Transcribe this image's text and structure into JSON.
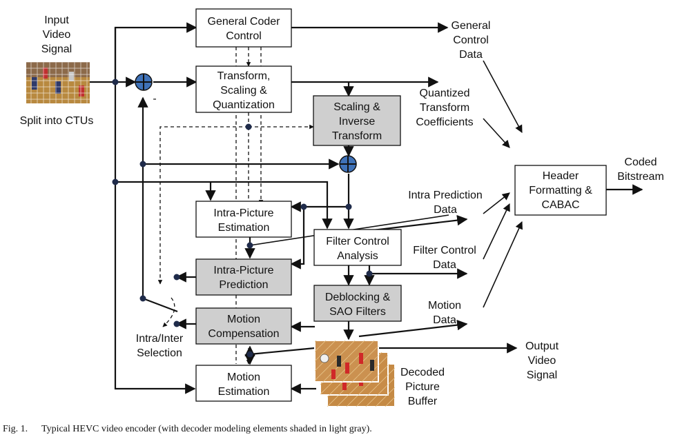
{
  "blocks": {
    "general_coder_control": [
      "General Coder",
      "Control"
    ],
    "transform_scaling_quantization": [
      "Transform,",
      "Scaling &",
      "Quantization"
    ],
    "scaling_inverse_transform": [
      "Scaling &",
      "Inverse",
      "Transform"
    ],
    "header_formatting_cabac": [
      "Header",
      "Formatting &",
      "CABAC"
    ],
    "intra_picture_estimation": [
      "Intra-Picture",
      "Estimation"
    ],
    "filter_control_analysis": [
      "Filter Control",
      "Analysis"
    ],
    "intra_picture_prediction": [
      "Intra-Picture",
      "Prediction"
    ],
    "deblocking_sao_filters": [
      "Deblocking &",
      "SAO Filters"
    ],
    "motion_compensation": [
      "Motion",
      "Compensation"
    ],
    "motion_estimation": [
      "Motion",
      "Estimation"
    ]
  },
  "labels": {
    "input_video_signal": [
      "Input",
      "Video",
      "Signal"
    ],
    "split_into_ctus": "Split into CTUs",
    "general_control_data": [
      "General",
      "Control",
      "Data"
    ],
    "quantized_transform_coefficients": [
      "Quantized",
      "Transform",
      "Coefficients"
    ],
    "coded_bitstream": [
      "Coded",
      "Bitstream"
    ],
    "intra_prediction_data": [
      "Intra Prediction",
      "Data"
    ],
    "filter_control_data": [
      "Filter Control",
      "Data"
    ],
    "motion_data": [
      "Motion",
      "Data"
    ],
    "output_video_signal": [
      "Output",
      "Video",
      "Signal"
    ],
    "decoded_picture_buffer": [
      "Decoded",
      "Picture",
      "Buffer"
    ],
    "intra_inter_selection": [
      "Intra/Inter",
      "Selection"
    ],
    "minus_sign": "-"
  },
  "caption": {
    "prefix": "Fig. 1.",
    "text": "Typical HEVC video encoder (with decoder modeling elements shaded in light gray)."
  },
  "colors": {
    "shaded_block": "#cfcfcf",
    "junction_dot": "#1f2b4a",
    "adder_fill": "#3f72b8"
  }
}
